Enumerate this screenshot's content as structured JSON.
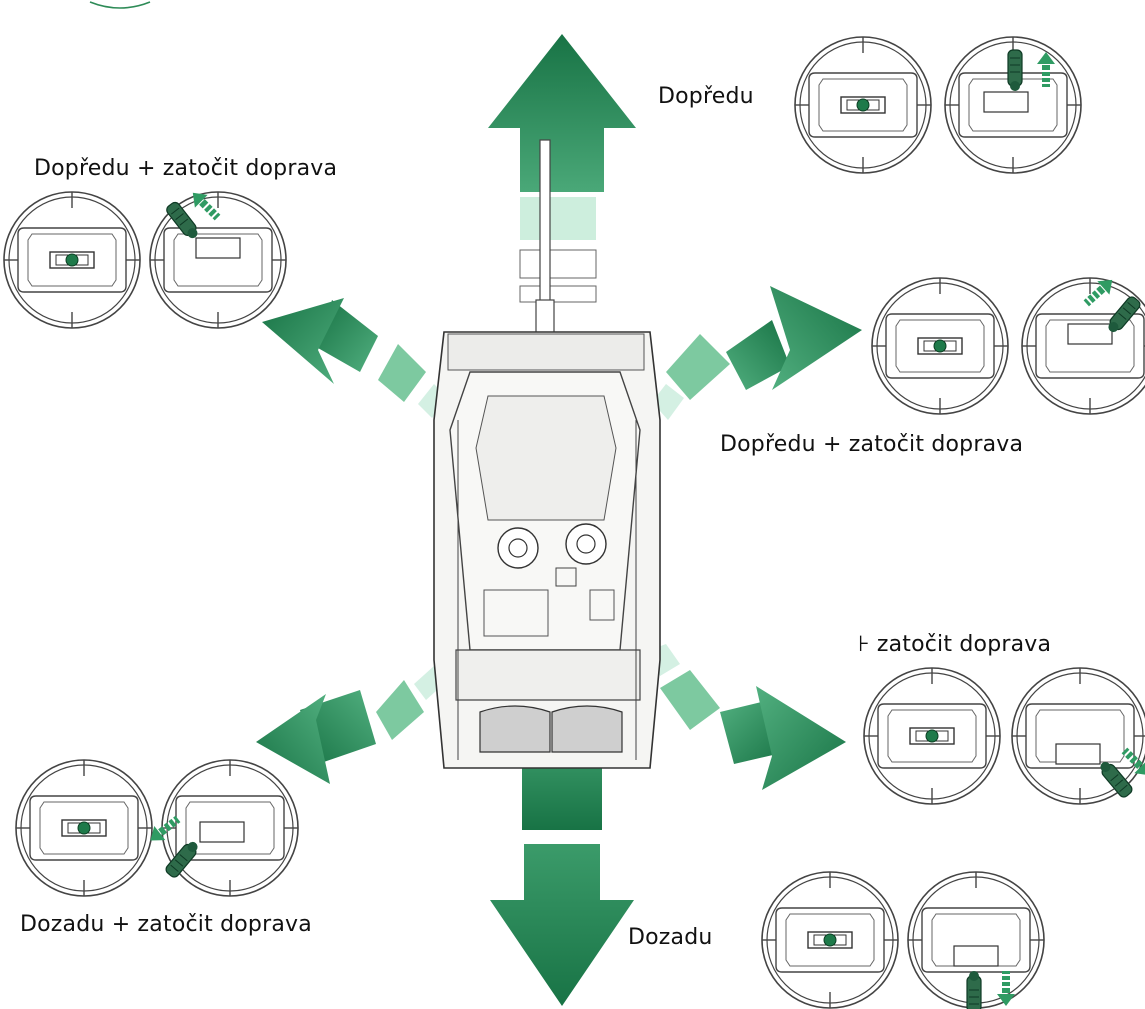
{
  "labels": {
    "forward": "Dopředu",
    "forward_turn_left": "Dopředu + zatočit doprava",
    "forward_turn_right": "Dopředu + zatočit doprava",
    "backward_turn_right_partial": "⊦ zatočit doprava",
    "backward_turn_left": "Dozadu + zatočit doprava",
    "backward": "Dozadu"
  },
  "colors": {
    "arrow_dark": "#1e7a4a",
    "arrow_light": "#cfeee0",
    "stick": "#2e6b4a",
    "ink": "#333333"
  },
  "icons": [
    "tank-top-view-icon",
    "joystick-icon"
  ]
}
